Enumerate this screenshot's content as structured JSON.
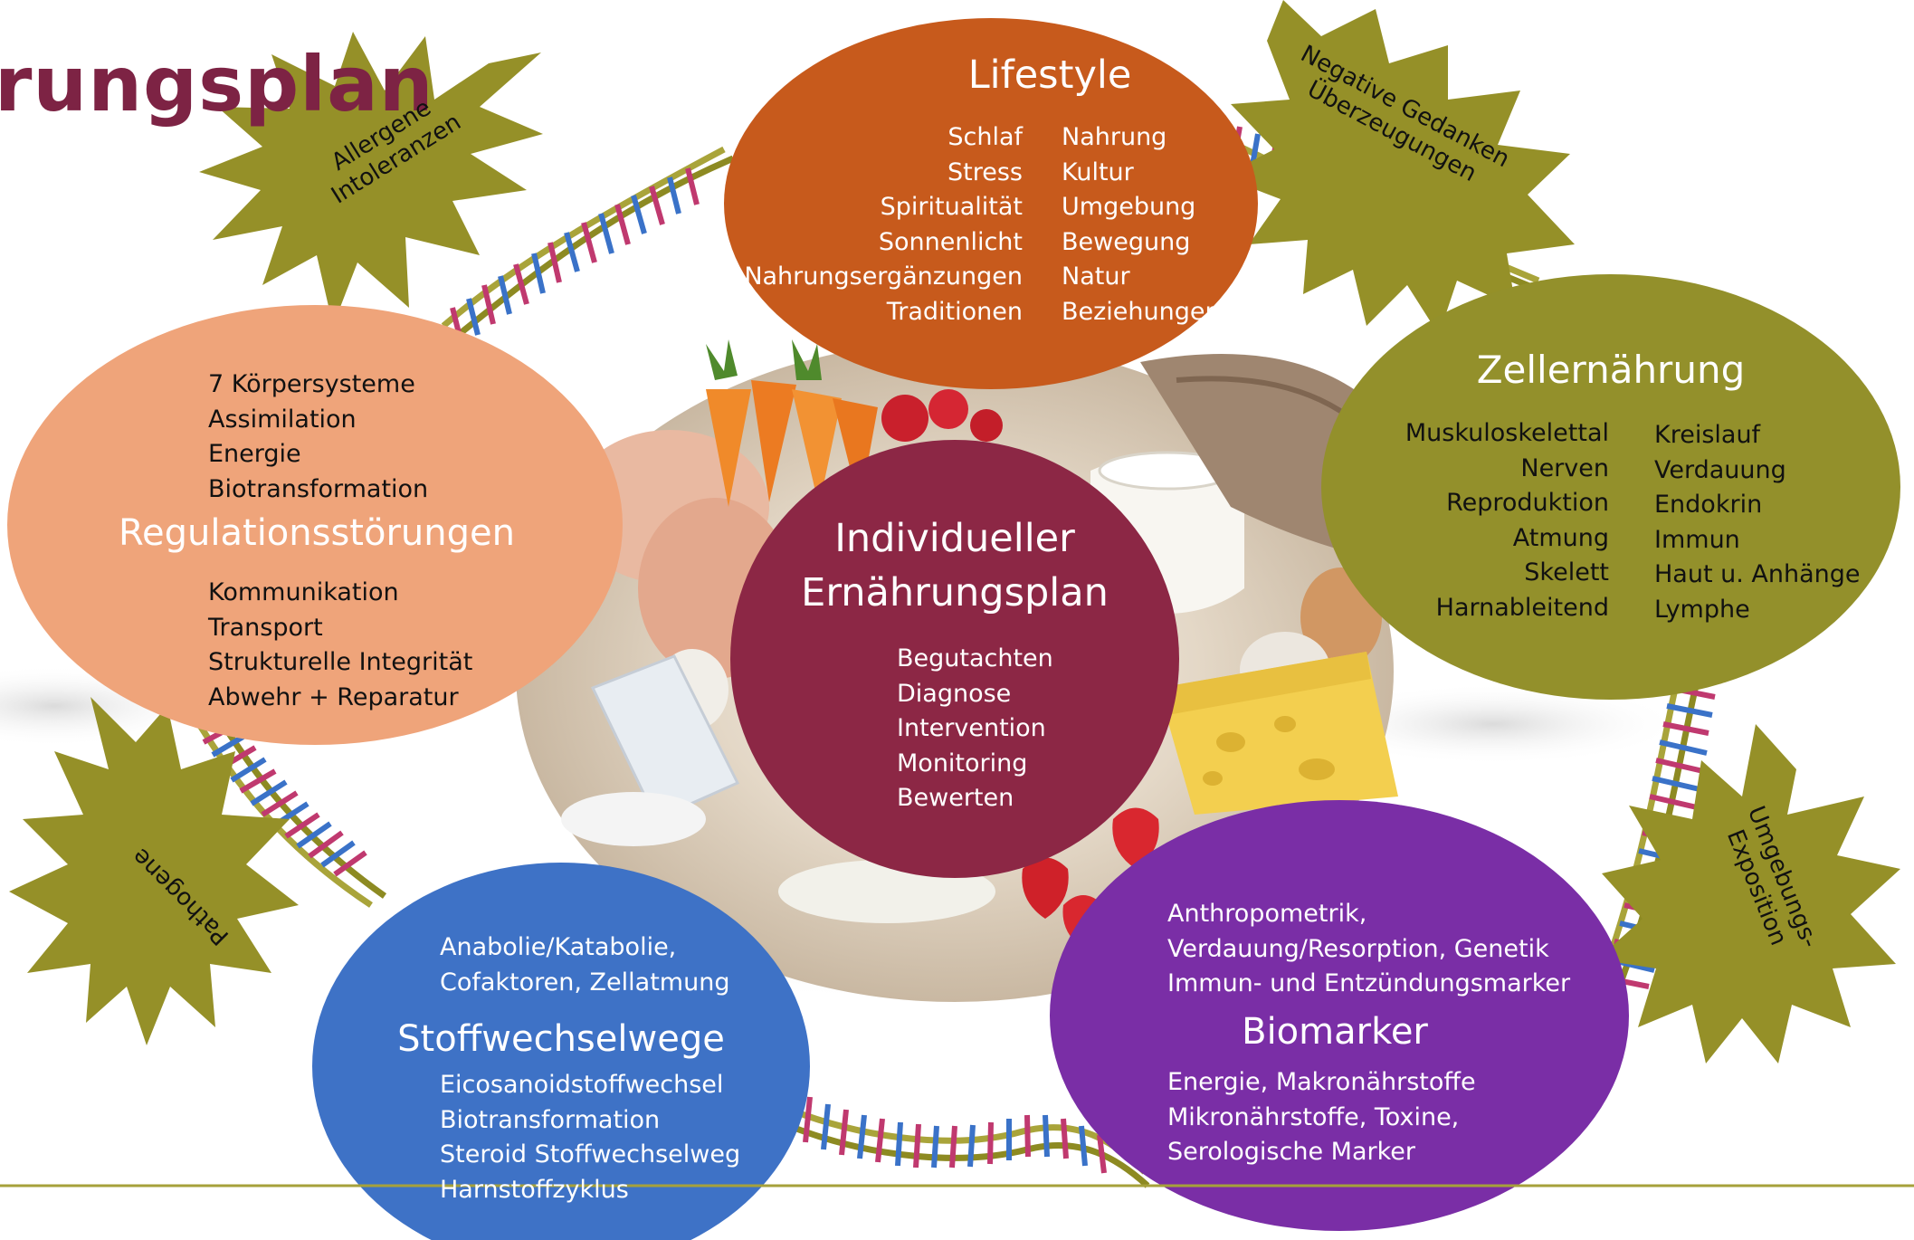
{
  "title": "rungsplan",
  "center": {
    "title_line1": "Individueller",
    "title_line2": "Ernährungsplan",
    "items": [
      "Begutachten",
      "Diagnose",
      "Intervention",
      "Monitoring",
      "Bewerten"
    ]
  },
  "lifestyle": {
    "heading": "Lifestyle",
    "left_items": [
      "Schlaf",
      "Stress",
      "Spiritualität",
      "Sonnenlicht",
      "Nahrungsergänzungen",
      "Traditionen"
    ],
    "right_items": [
      "Nahrung",
      "Kultur",
      "Umgebung",
      "Bewegung",
      "Natur",
      "Beziehungen"
    ]
  },
  "zellernaehrung": {
    "heading": "Zellernährung",
    "left_items": [
      "Muskuloskelettal",
      "Nerven",
      "Reproduktion",
      "Atmung",
      "Skelett",
      "Harnableitend"
    ],
    "right_items": [
      "Kreislauf",
      "Verdauung",
      "Endokrin",
      "Immun",
      "Haut u. Anhänge",
      "Lymphe"
    ]
  },
  "regulation": {
    "heading": "Regulationsstörungen",
    "top_items": [
      "7 Körpersysteme",
      "Assimilation",
      "Energie",
      "Biotransformation"
    ],
    "bottom_items": [
      "Kommunikation",
      "Transport",
      "Strukturelle Integrität",
      "Abwehr + Reparatur"
    ]
  },
  "stoffwechsel": {
    "heading": "Stoffwechselwege",
    "top_items": [
      "Anabolie/Katabolie,",
      "Cofaktoren, Zellatmung"
    ],
    "bottom_items": [
      "Eicosanoidstoffwechsel",
      "Biotransformation",
      "Steroid Stoffwechselweg",
      "Harnstoffzyklus"
    ]
  },
  "biomarker": {
    "heading": "Biomarker",
    "top_items": [
      "Anthropometrik,",
      "Verdauung/Resorption, Genetik",
      "Immun- und Entzündungsmarker"
    ],
    "bottom_items": [
      "Energie, Makronährstoffe",
      "Mikronährstoffe, Toxine,",
      "Serologische Marker"
    ]
  },
  "stars": {
    "allergene": [
      "Allergene",
      "Intoleranzen"
    ],
    "negative": [
      "Negative Gedanken",
      "Überzeugungen"
    ],
    "umgebung": [
      "Umgebungs-",
      "Exposition"
    ],
    "pathogene": [
      "Pathogene"
    ]
  },
  "colors": {
    "title": "#7d2344",
    "lifestyle": "#c75a1c",
    "zellernaehrung": "#93902b",
    "regulation": "#efa47a",
    "stoffwechsel": "#3e72c6",
    "biomarker": "#7a2ea6",
    "center": "#8c2745",
    "star": "#959028",
    "rule": "#a6a13a"
  }
}
